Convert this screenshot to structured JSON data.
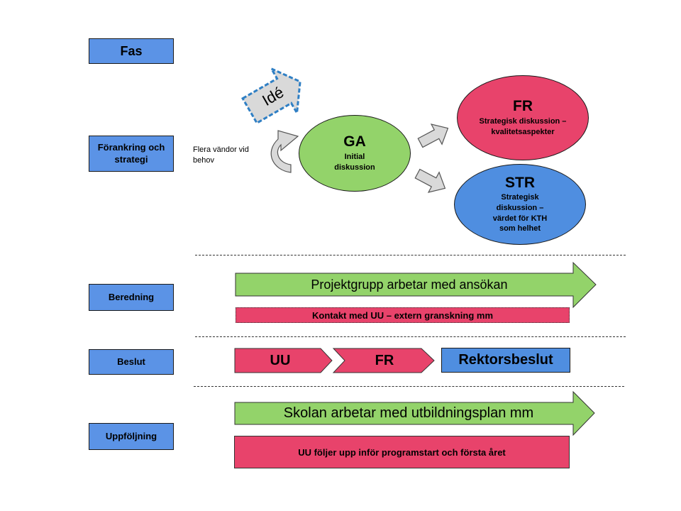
{
  "phases": {
    "fas": "Fas",
    "forankring": "Förankring och strategi",
    "beredning": "Beredning",
    "beslut": "Beslut",
    "uppfoljning": "Uppföljning"
  },
  "ide": "Idé",
  "loop_note": "Flera vändor vid behov",
  "ga": {
    "title": "GA",
    "text": "Initial diskussion"
  },
  "fr": {
    "title": "FR",
    "text": "Strategisk diskussion – kvalitetsaspekter"
  },
  "str": {
    "title": "STR",
    "text": "Strategisk diskussion – värdet för KTH som helhet"
  },
  "beredning": {
    "projektgrupp": "Projektgrupp arbetar med ansökan",
    "kontakt": "Kontakt med UU – extern granskning mm"
  },
  "beslut": {
    "uu": "UU",
    "fr": "FR",
    "rektor": "Rektorsbeslut"
  },
  "uppfoljning": {
    "skolan": "Skolan arbetar med utbildningsplan mm",
    "uu_foljer": "UU följer upp inför programstart och första året"
  },
  "colors": {
    "phase_blue": "#5b93e6",
    "green": "#93d36a",
    "pink": "#e8436b",
    "blue": "#4f8ee0",
    "gray_arrow": "#d9d9d9",
    "ide_border": "#2f7fc4"
  }
}
